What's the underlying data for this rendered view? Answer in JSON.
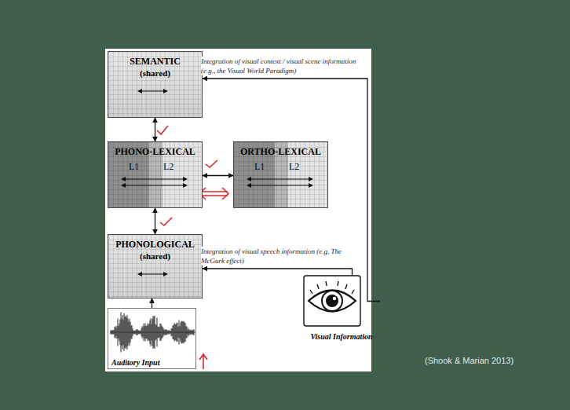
{
  "diagram": {
    "nodes": [
      {
        "text": [
          "SEMANTIC",
          "(shared)"
        ]
      },
      {
        "text": [
          "PHONO-LEXICAL",
          "L1",
          "L2"
        ]
      },
      {
        "text": [
          "ORTHO-LEXICAL",
          "L1",
          "L2"
        ]
      },
      {
        "text": [
          "PHONOLOGICAL",
          "(shared)"
        ]
      },
      {
        "text": [
          "Auditory Input"
        ]
      },
      {
        "text": [
          "Visual Information"
        ]
      }
    ],
    "edges": [
      {
        "from": 0,
        "to": 1,
        "arrow": "both"
      },
      {
        "from": 1,
        "to": 2,
        "arrow": "both"
      },
      {
        "from": 1,
        "to": 3,
        "arrow": "both"
      },
      {
        "from": 4,
        "to": 3,
        "arrow": "to"
      },
      {
        "from": 5,
        "to": 3,
        "arrow": "to",
        "label": "Integration of visual speech information (e.g, The McGurk effect)"
      },
      {
        "from": 5,
        "to": 0,
        "arrow": "to",
        "label": "Integration of visual context / visual scene information (e.g., the Visual World Paradigm)"
      }
    ],
    "labels": [
      "(Shook & Marian 2013)"
    ]
  }
}
